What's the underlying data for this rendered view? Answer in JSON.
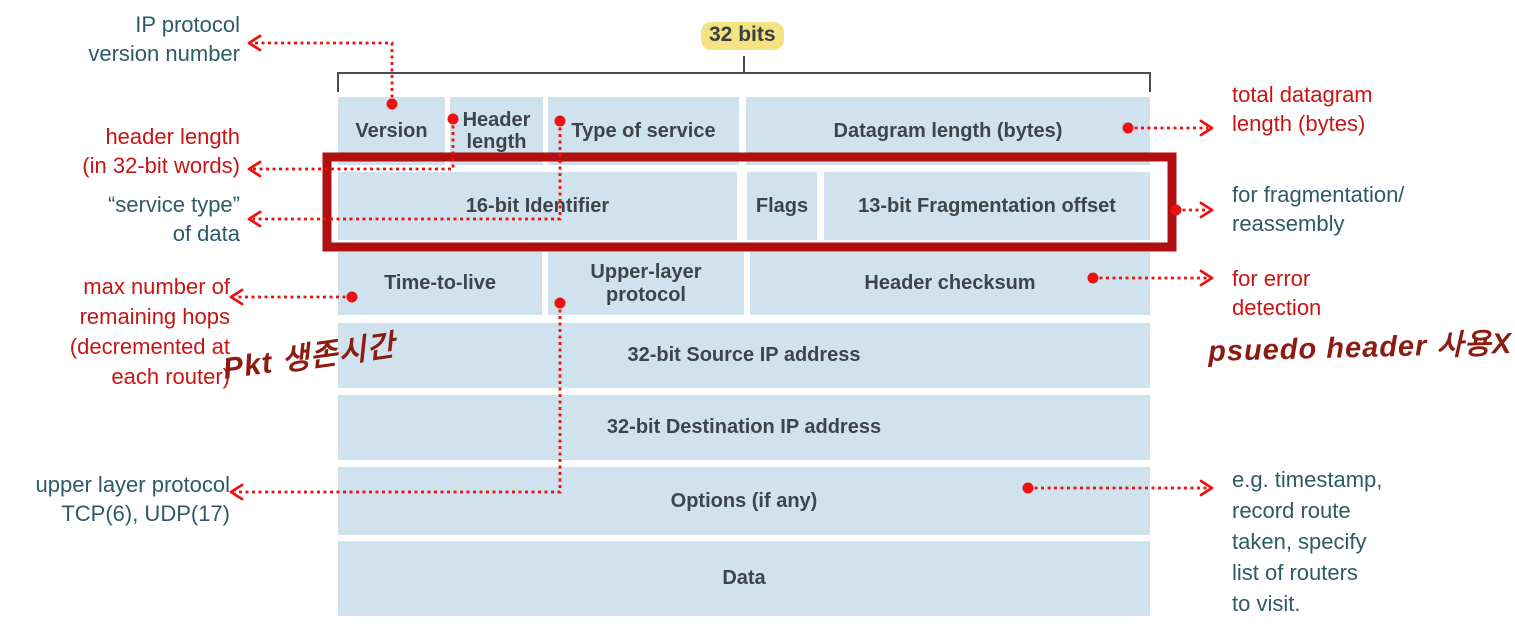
{
  "title": {
    "bits_label": "32 bits"
  },
  "table": {
    "cells": {
      "version": "Version",
      "header_length": "Header\nlength",
      "type_of_service": "Type of service",
      "datagram_length": "Datagram length (bytes)",
      "identifier": "16-bit Identifier",
      "flags": "Flags",
      "frag_offset": "13-bit Fragmentation offset",
      "ttl": "Time-to-live",
      "upper_layer": "Upper-layer\nprotocol",
      "checksum": "Header checksum",
      "source_ip": "32-bit Source IP address",
      "dest_ip": "32-bit Destination IP address",
      "options": "Options (if any)",
      "data": "Data"
    }
  },
  "annotations": {
    "left": {
      "ip_version": "IP protocol\nversion number",
      "header_length": "header length\n(in 32-bit words)",
      "service_type": "“service type”\nof data",
      "max_hops": "max number of\nremaining hops\n(decremented at\neach router)",
      "upper_layer": "upper layer protocol\nTCP(6), UDP(17)"
    },
    "right": {
      "total_datagram": "total datagram\nlength (bytes)",
      "fragmentation": "for fragmentation/\nreassembly",
      "error_detection": "for error\ndetection",
      "options_note": "e.g. timestamp,\nrecord route\ntaken, specify\nlist of routers\nto visit."
    }
  },
  "handwritten": {
    "left_note": "Pkt 생존시간",
    "right_note": "psuedo header 사용X"
  },
  "colors": {
    "cell_blue": "#cfe2ee",
    "cell_text": "#3e444b",
    "annotation_teal": "#2e5a68",
    "annotation_red": "#c81414",
    "connector_red": "#ee1111",
    "highlight_box_red": "#b20f11",
    "handwriting_maroon": "#8c1c12",
    "bits_highlight_yellow": "#f4e380",
    "bracket_gray": "#4a4c52"
  }
}
